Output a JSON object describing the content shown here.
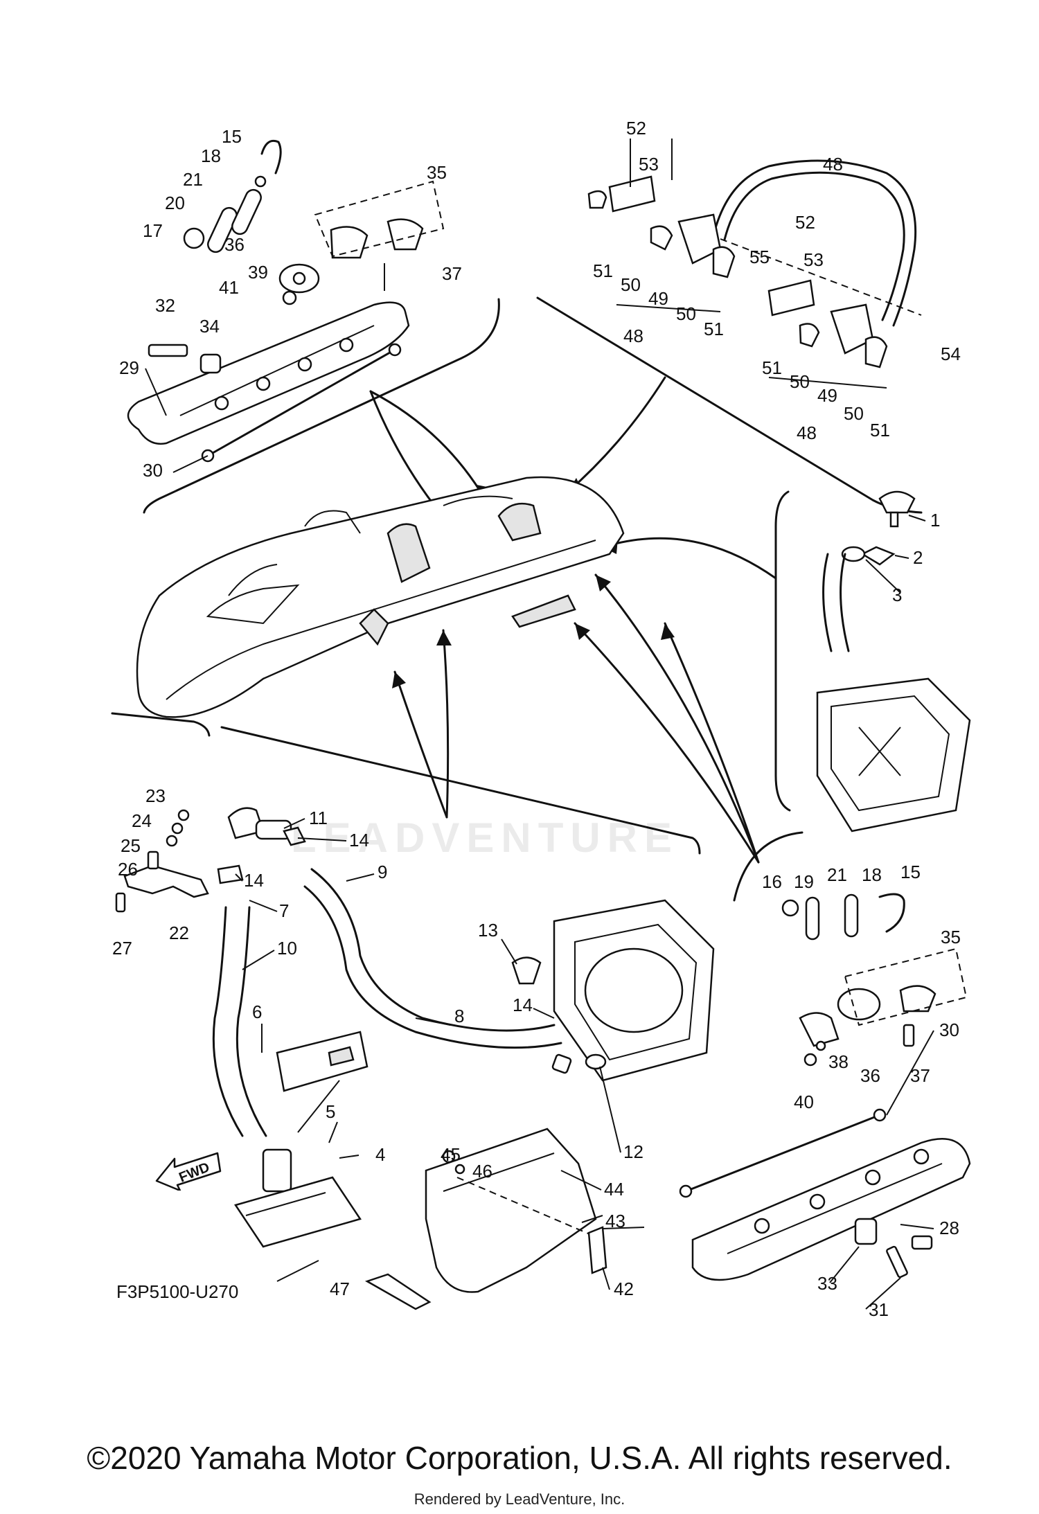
{
  "diagram_code": "F3P5100-U270",
  "copyright": "©2020 Yamaha Motor Corporation, U.S.A. All rights reserved.",
  "rendered_by": "Rendered by LeadVenture, Inc.",
  "watermark": "LEADVENTURE",
  "fwd_label": "FWD",
  "callouts": [
    "1",
    "2",
    "3",
    "4",
    "5",
    "6",
    "7",
    "8",
    "9",
    "10",
    "11",
    "12",
    "13",
    "14",
    "15",
    "16",
    "17",
    "18",
    "19",
    "20",
    "21",
    "22",
    "23",
    "24",
    "25",
    "26",
    "27",
    "28",
    "29",
    "30",
    "31",
    "32",
    "33",
    "34",
    "35",
    "36",
    "37",
    "38",
    "39",
    "40",
    "41",
    "42",
    "43",
    "44",
    "45",
    "46",
    "47",
    "48",
    "49",
    "50",
    "51",
    "52",
    "53",
    "54",
    "55"
  ]
}
